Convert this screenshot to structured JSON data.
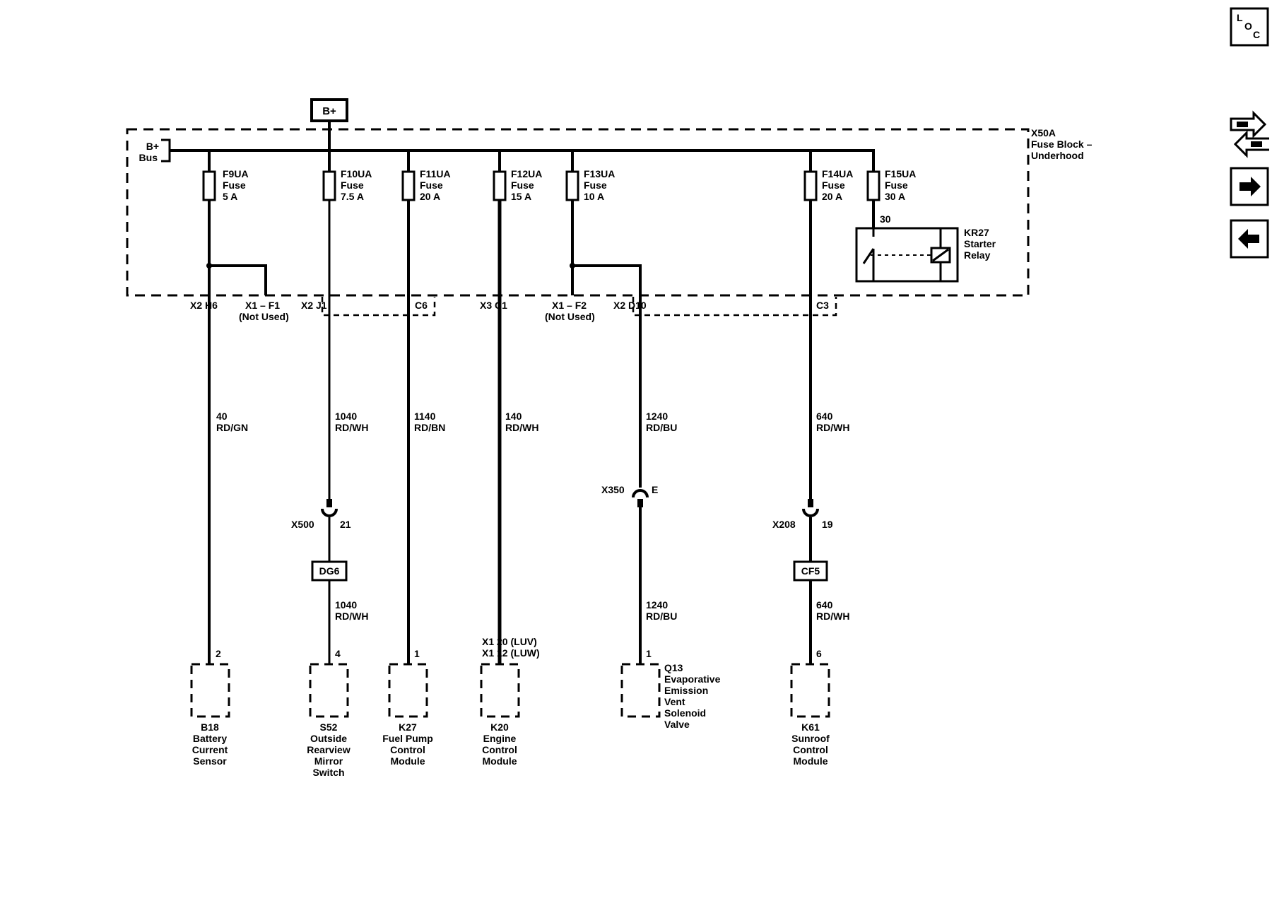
{
  "diagram": {
    "supply_label": "B+",
    "bus_label": [
      "B+",
      "Bus"
    ],
    "fuse_block_label": [
      "X50A",
      "Fuse Block –",
      "Underhood"
    ],
    "fuses": [
      {
        "id": "f9",
        "lines": [
          "F9UA",
          "Fuse",
          "5 A"
        ]
      },
      {
        "id": "f10",
        "lines": [
          "F10UA",
          "Fuse",
          "7.5 A"
        ]
      },
      {
        "id": "f11",
        "lines": [
          "F11UA",
          "Fuse",
          "20 A"
        ]
      },
      {
        "id": "f12",
        "lines": [
          "F12UA",
          "Fuse",
          "15 A"
        ]
      },
      {
        "id": "f13",
        "lines": [
          "F13UA",
          "Fuse",
          "10 A"
        ]
      },
      {
        "id": "f14",
        "lines": [
          "F14UA",
          "Fuse",
          "20 A"
        ]
      },
      {
        "id": "f15",
        "lines": [
          "F15UA",
          "Fuse",
          "30 A"
        ]
      }
    ],
    "relay": {
      "pin": "30",
      "lines": [
        "KR27",
        "Starter",
        "Relay"
      ]
    },
    "connector_labels": [
      {
        "id": "x2-h6",
        "text": "X2   H6"
      },
      {
        "id": "x1-f1",
        "text": "X1 – F1"
      },
      {
        "id": "x1-f1-note",
        "text": "(Not Used)"
      },
      {
        "id": "x2-j1",
        "text": "X2   J1"
      },
      {
        "id": "c6",
        "text": "C6"
      },
      {
        "id": "x3-c1",
        "text": "X3   C1"
      },
      {
        "id": "x1-f2",
        "text": "X1 – F2"
      },
      {
        "id": "x1-f2-note",
        "text": "(Not Used)"
      },
      {
        "id": "x2-d10",
        "text": "X2   D10"
      },
      {
        "id": "c3",
        "text": "C3"
      }
    ],
    "wires": [
      {
        "id": "w40",
        "circuit": "40",
        "color": "RD/GN"
      },
      {
        "id": "w1040a",
        "circuit": "1040",
        "color": "RD/WH"
      },
      {
        "id": "w1140",
        "circuit": "1140",
        "color": "RD/BN"
      },
      {
        "id": "w140",
        "circuit": "140",
        "color": "RD/WH"
      },
      {
        "id": "w1240a",
        "circuit": "1240",
        "color": "RD/BU"
      },
      {
        "id": "w640a",
        "circuit": "640",
        "color": "RD/WH"
      },
      {
        "id": "w1040b",
        "circuit": "1040",
        "color": "RD/WH"
      },
      {
        "id": "w1240b",
        "circuit": "1240",
        "color": "RD/BU"
      },
      {
        "id": "w640b",
        "circuit": "640",
        "color": "RD/WH"
      }
    ],
    "inline_connectors": [
      {
        "id": "x500",
        "name": "X500",
        "pin": "21"
      },
      {
        "id": "x350",
        "name": "X350",
        "pin": "E"
      },
      {
        "id": "x208",
        "name": "X208",
        "pin": "19"
      }
    ],
    "splices": [
      {
        "id": "dg6",
        "label": "DG6"
      },
      {
        "id": "cf5",
        "label": "CF5"
      }
    ],
    "components": [
      {
        "id": "b18",
        "pin": "2",
        "lines": [
          "B18",
          "Battery",
          "Current",
          "Sensor"
        ]
      },
      {
        "id": "s52",
        "pin": "4",
        "lines": [
          "S52",
          "Outside",
          "Rearview",
          "Mirror",
          "Switch"
        ]
      },
      {
        "id": "k27",
        "pin": "1",
        "lines": [
          "K27",
          "Fuel Pump",
          "Control",
          "Module"
        ]
      },
      {
        "id": "k20",
        "pin_lines": [
          "X1   20 (LUV)",
          "X1   12 (LUW)"
        ],
        "lines": [
          "K20",
          "Engine",
          "Control",
          "Module"
        ]
      },
      {
        "id": "q13",
        "pin": "1",
        "lines": [
          "Q13",
          "Evaporative",
          "Emission",
          "Vent",
          "Solenoid",
          "Valve"
        ]
      },
      {
        "id": "k61",
        "pin": "6",
        "lines": [
          "K61",
          "Sunroof",
          "Control",
          "Module"
        ]
      }
    ],
    "side_icons": [
      {
        "id": "loc",
        "name": "location-view-icon",
        "lines": [
          "L",
          "O",
          "C"
        ]
      },
      {
        "id": "conn",
        "name": "connector-end-view-icon"
      },
      {
        "id": "next",
        "name": "arrow-right-icon"
      },
      {
        "id": "prev",
        "name": "arrow-left-icon"
      }
    ]
  }
}
